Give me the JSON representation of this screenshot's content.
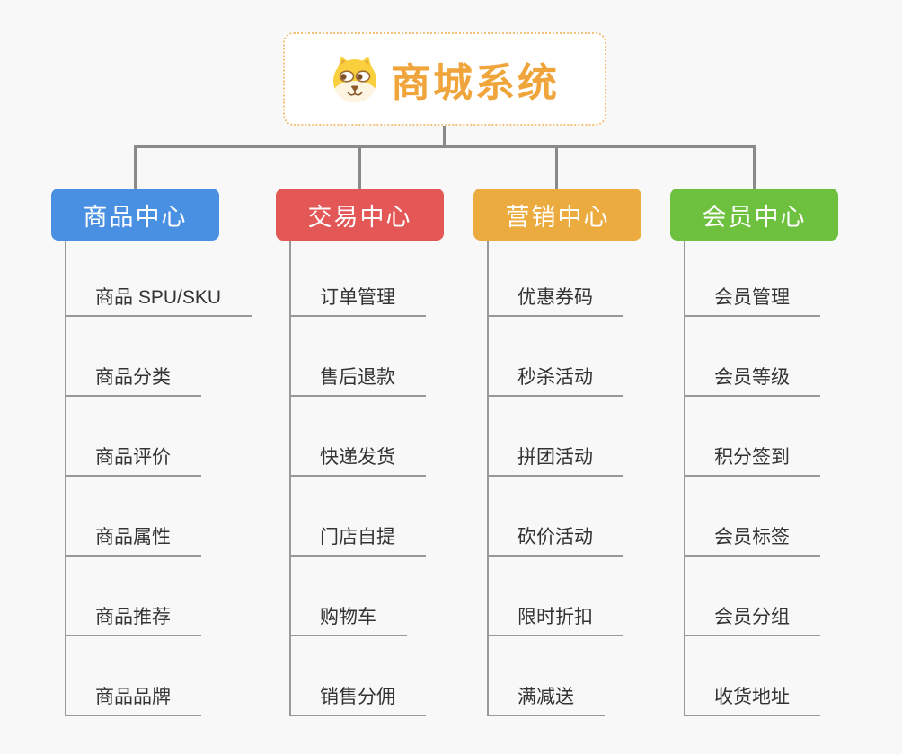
{
  "root": {
    "title": "商城系统",
    "title_color": "#f0a53c",
    "icon": "dog-emoji"
  },
  "connector_color": "#8a8a8a",
  "branches": [
    {
      "label": "商品中心",
      "color": "#4a90e2",
      "items": [
        "商品 SPU/SKU",
        "商品分类",
        "商品评价",
        "商品属性",
        "商品推荐",
        "商品品牌"
      ]
    },
    {
      "label": "交易中心",
      "color": "#e35757",
      "items": [
        "订单管理",
        "售后退款",
        "快递发货",
        "门店自提",
        "购物车",
        "销售分佣"
      ]
    },
    {
      "label": "营销中心",
      "color": "#ecab3e",
      "items": [
        "优惠券码",
        "秒杀活动",
        "拼团活动",
        "砍价活动",
        "限时折扣",
        "满减送"
      ]
    },
    {
      "label": "会员中心",
      "color": "#6ec13f",
      "items": [
        "会员管理",
        "会员等级",
        "积分签到",
        "会员标签",
        "会员分组",
        "收货地址"
      ]
    }
  ]
}
